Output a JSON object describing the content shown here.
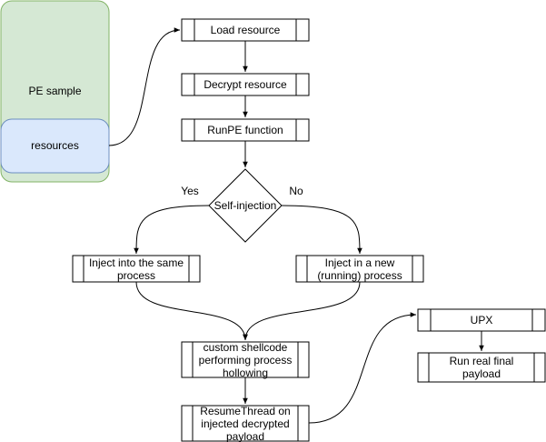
{
  "pe_sample": {
    "label": "PE sample",
    "resources_label": "resources"
  },
  "steps": {
    "load": "Load resource",
    "decrypt": "Decrypt resource",
    "runpe": "RunPE function",
    "decision": "Self-injection",
    "yes": "Yes",
    "no": "No",
    "inject_same": "Inject into the same process",
    "inject_new": "Inject in a new (running) process",
    "shellcode": "custom shellcode performing process hollowing",
    "resume": "ResumeThread on injected decrypted payload",
    "upx": "UPX",
    "final": "Run real final payload"
  },
  "colors": {
    "pe_fill": "#d5e8d4",
    "pe_stroke": "#82b366",
    "res_fill": "#dae8fc",
    "res_stroke": "#6c8ebf",
    "stroke": "#000000"
  }
}
